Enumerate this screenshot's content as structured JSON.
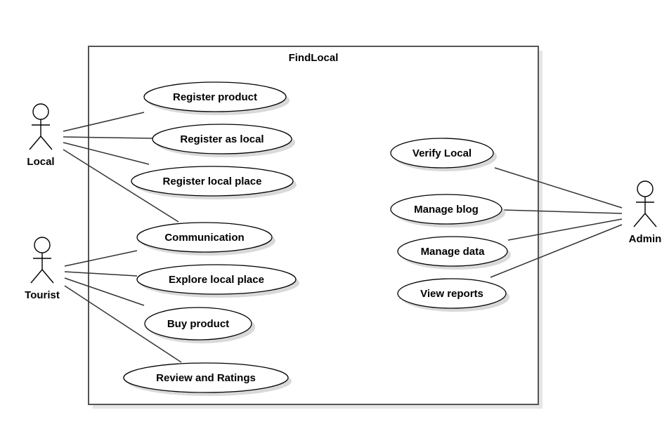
{
  "system": {
    "title": "FindLocal"
  },
  "actors": [
    {
      "id": "local",
      "label": "Local"
    },
    {
      "id": "tourist",
      "label": "Tourist"
    },
    {
      "id": "admin",
      "label": "Admin"
    }
  ],
  "use_cases": [
    {
      "id": "register-product",
      "label": "Register product"
    },
    {
      "id": "register-as-local",
      "label": "Register as local"
    },
    {
      "id": "register-local-place",
      "label": "Register local place"
    },
    {
      "id": "communication",
      "label": "Communication"
    },
    {
      "id": "explore-local-place",
      "label": "Explore local place"
    },
    {
      "id": "buy-product",
      "label": "Buy product"
    },
    {
      "id": "review-and-ratings",
      "label": "Review and Ratings"
    },
    {
      "id": "verify-local",
      "label": "Verify Local"
    },
    {
      "id": "manage-blog",
      "label": "Manage blog"
    },
    {
      "id": "manage-data",
      "label": "Manage data"
    },
    {
      "id": "view-reports",
      "label": "View reports"
    }
  ],
  "associations": [
    {
      "actor": "local",
      "use_case": "register-product"
    },
    {
      "actor": "local",
      "use_case": "register-as-local"
    },
    {
      "actor": "local",
      "use_case": "register-local-place"
    },
    {
      "actor": "local",
      "use_case": "communication"
    },
    {
      "actor": "tourist",
      "use_case": "communication"
    },
    {
      "actor": "tourist",
      "use_case": "explore-local-place"
    },
    {
      "actor": "tourist",
      "use_case": "buy-product"
    },
    {
      "actor": "tourist",
      "use_case": "review-and-ratings"
    },
    {
      "actor": "admin",
      "use_case": "verify-local"
    },
    {
      "actor": "admin",
      "use_case": "manage-blog"
    },
    {
      "actor": "admin",
      "use_case": "manage-data"
    },
    {
      "actor": "admin",
      "use_case": "view-reports"
    }
  ]
}
